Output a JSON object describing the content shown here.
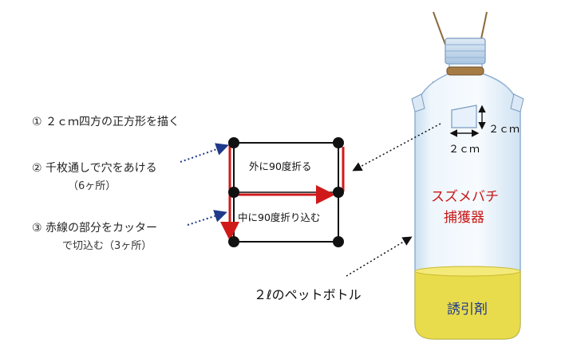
{
  "steps": [
    {
      "text": "① ２ｃｍ四方の正方形を描く"
    },
    {
      "text": "② 千枚通しで穴をあける",
      "note": "（6ヶ所）"
    },
    {
      "text": "③ 赤線の部分をカッター",
      "note": "で切込む（3ヶ所）"
    }
  ],
  "square": {
    "fold_out_label": "外に90度折る",
    "fold_in_label": "中に90度折り込む"
  },
  "bottle": {
    "dimension_h": "２ｃｍ",
    "dimension_w": "２ｃｍ",
    "trap_name_line1": "スズメバチ",
    "trap_name_line2": "捕獲器",
    "bait_label": "誘引剤",
    "bottle_label": "２ℓのペットボトル"
  },
  "colors": {
    "cut_line": "#d01a1a",
    "arrow_blue": "#1f3a8a",
    "bait_yellow": "#e9dc4c",
    "bottle_text_red": "#c81818"
  }
}
